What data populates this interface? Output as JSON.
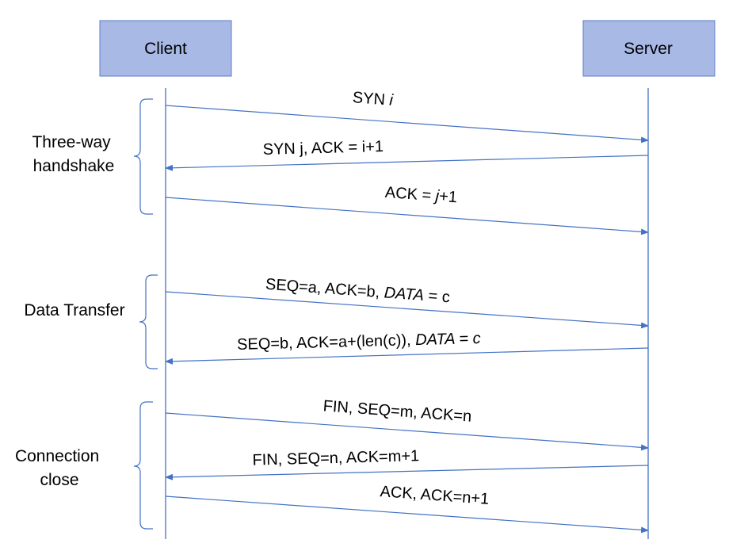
{
  "parties": {
    "client": "Client",
    "server": "Server"
  },
  "phases": [
    {
      "lines": [
        "Three-way",
        "handshake"
      ]
    },
    {
      "lines": [
        "Data Transfer"
      ]
    },
    {
      "lines": [
        "Connection",
        "close"
      ]
    }
  ],
  "messages": [
    {
      "direction": "client-to-server",
      "parts": [
        {
          "text": "SYN ",
          "italic": false
        },
        {
          "text": "i",
          "italic": true
        }
      ]
    },
    {
      "direction": "server-to-client",
      "parts": [
        {
          "text": "SYN j, ACK = i+1",
          "italic": false
        }
      ]
    },
    {
      "direction": "client-to-server",
      "parts": [
        {
          "text": "ACK = ",
          "italic": false
        },
        {
          "text": "j",
          "italic": true
        },
        {
          "text": "+1",
          "italic": false
        }
      ]
    },
    {
      "direction": "client-to-server",
      "parts": [
        {
          "text": "SEQ=a, ACK=b, ",
          "italic": false
        },
        {
          "text": "DATA",
          "italic": true
        },
        {
          "text": " = c",
          "italic": false
        }
      ]
    },
    {
      "direction": "server-to-client",
      "parts": [
        {
          "text": "SEQ=b, ACK=a+(len(c)), ",
          "italic": false
        },
        {
          "text": "DATA = c",
          "italic": true
        }
      ]
    },
    {
      "direction": "client-to-server",
      "parts": [
        {
          "text": "FIN, SEQ=m, ACK=n",
          "italic": false
        }
      ]
    },
    {
      "direction": "server-to-client",
      "parts": [
        {
          "text": "FIN, SEQ=n, ACK=m+1",
          "italic": false
        }
      ]
    },
    {
      "direction": "client-to-server",
      "parts": [
        {
          "text": "ACK, ACK=n+1",
          "italic": false
        }
      ]
    }
  ],
  "colors": {
    "line": "#4472c4",
    "box_fill": "#a9b9e6",
    "box_stroke": "#5b7bc7"
  }
}
